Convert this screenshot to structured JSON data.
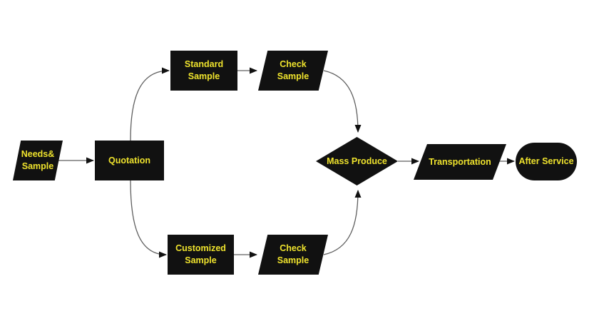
{
  "diagram": {
    "type": "flowchart",
    "nodes": [
      {
        "id": "needs-sample",
        "label": "Needs&\nSample",
        "shape": "parallelogram"
      },
      {
        "id": "quotation",
        "label": "Quotation",
        "shape": "rectangle"
      },
      {
        "id": "standard-sample",
        "label": "Standard\nSample",
        "shape": "rectangle"
      },
      {
        "id": "check-sample-top",
        "label": "Check\nSample",
        "shape": "parallelogram"
      },
      {
        "id": "customized-sample",
        "label": "Customized\nSample",
        "shape": "rectangle"
      },
      {
        "id": "check-sample-bottom",
        "label": "Check\nSample",
        "shape": "parallelogram"
      },
      {
        "id": "mass-produce",
        "label": "Mass Produce",
        "shape": "diamond"
      },
      {
        "id": "transportation",
        "label": "Transportation",
        "shape": "parallelogram"
      },
      {
        "id": "after-service",
        "label": "After Service",
        "shape": "terminator"
      }
    ],
    "edges": [
      {
        "from": "needs-sample",
        "to": "quotation"
      },
      {
        "from": "quotation",
        "to": "standard-sample"
      },
      {
        "from": "quotation",
        "to": "customized-sample"
      },
      {
        "from": "standard-sample",
        "to": "check-sample-top"
      },
      {
        "from": "customized-sample",
        "to": "check-sample-bottom"
      },
      {
        "from": "check-sample-top",
        "to": "mass-produce"
      },
      {
        "from": "check-sample-bottom",
        "to": "mass-produce"
      },
      {
        "from": "mass-produce",
        "to": "transportation"
      },
      {
        "from": "transportation",
        "to": "after-service"
      }
    ],
    "colors": {
      "background": "#ffffff",
      "shape_fill": "#111111",
      "label_text": "#efe32d",
      "connector": "#5f5f5f"
    }
  }
}
